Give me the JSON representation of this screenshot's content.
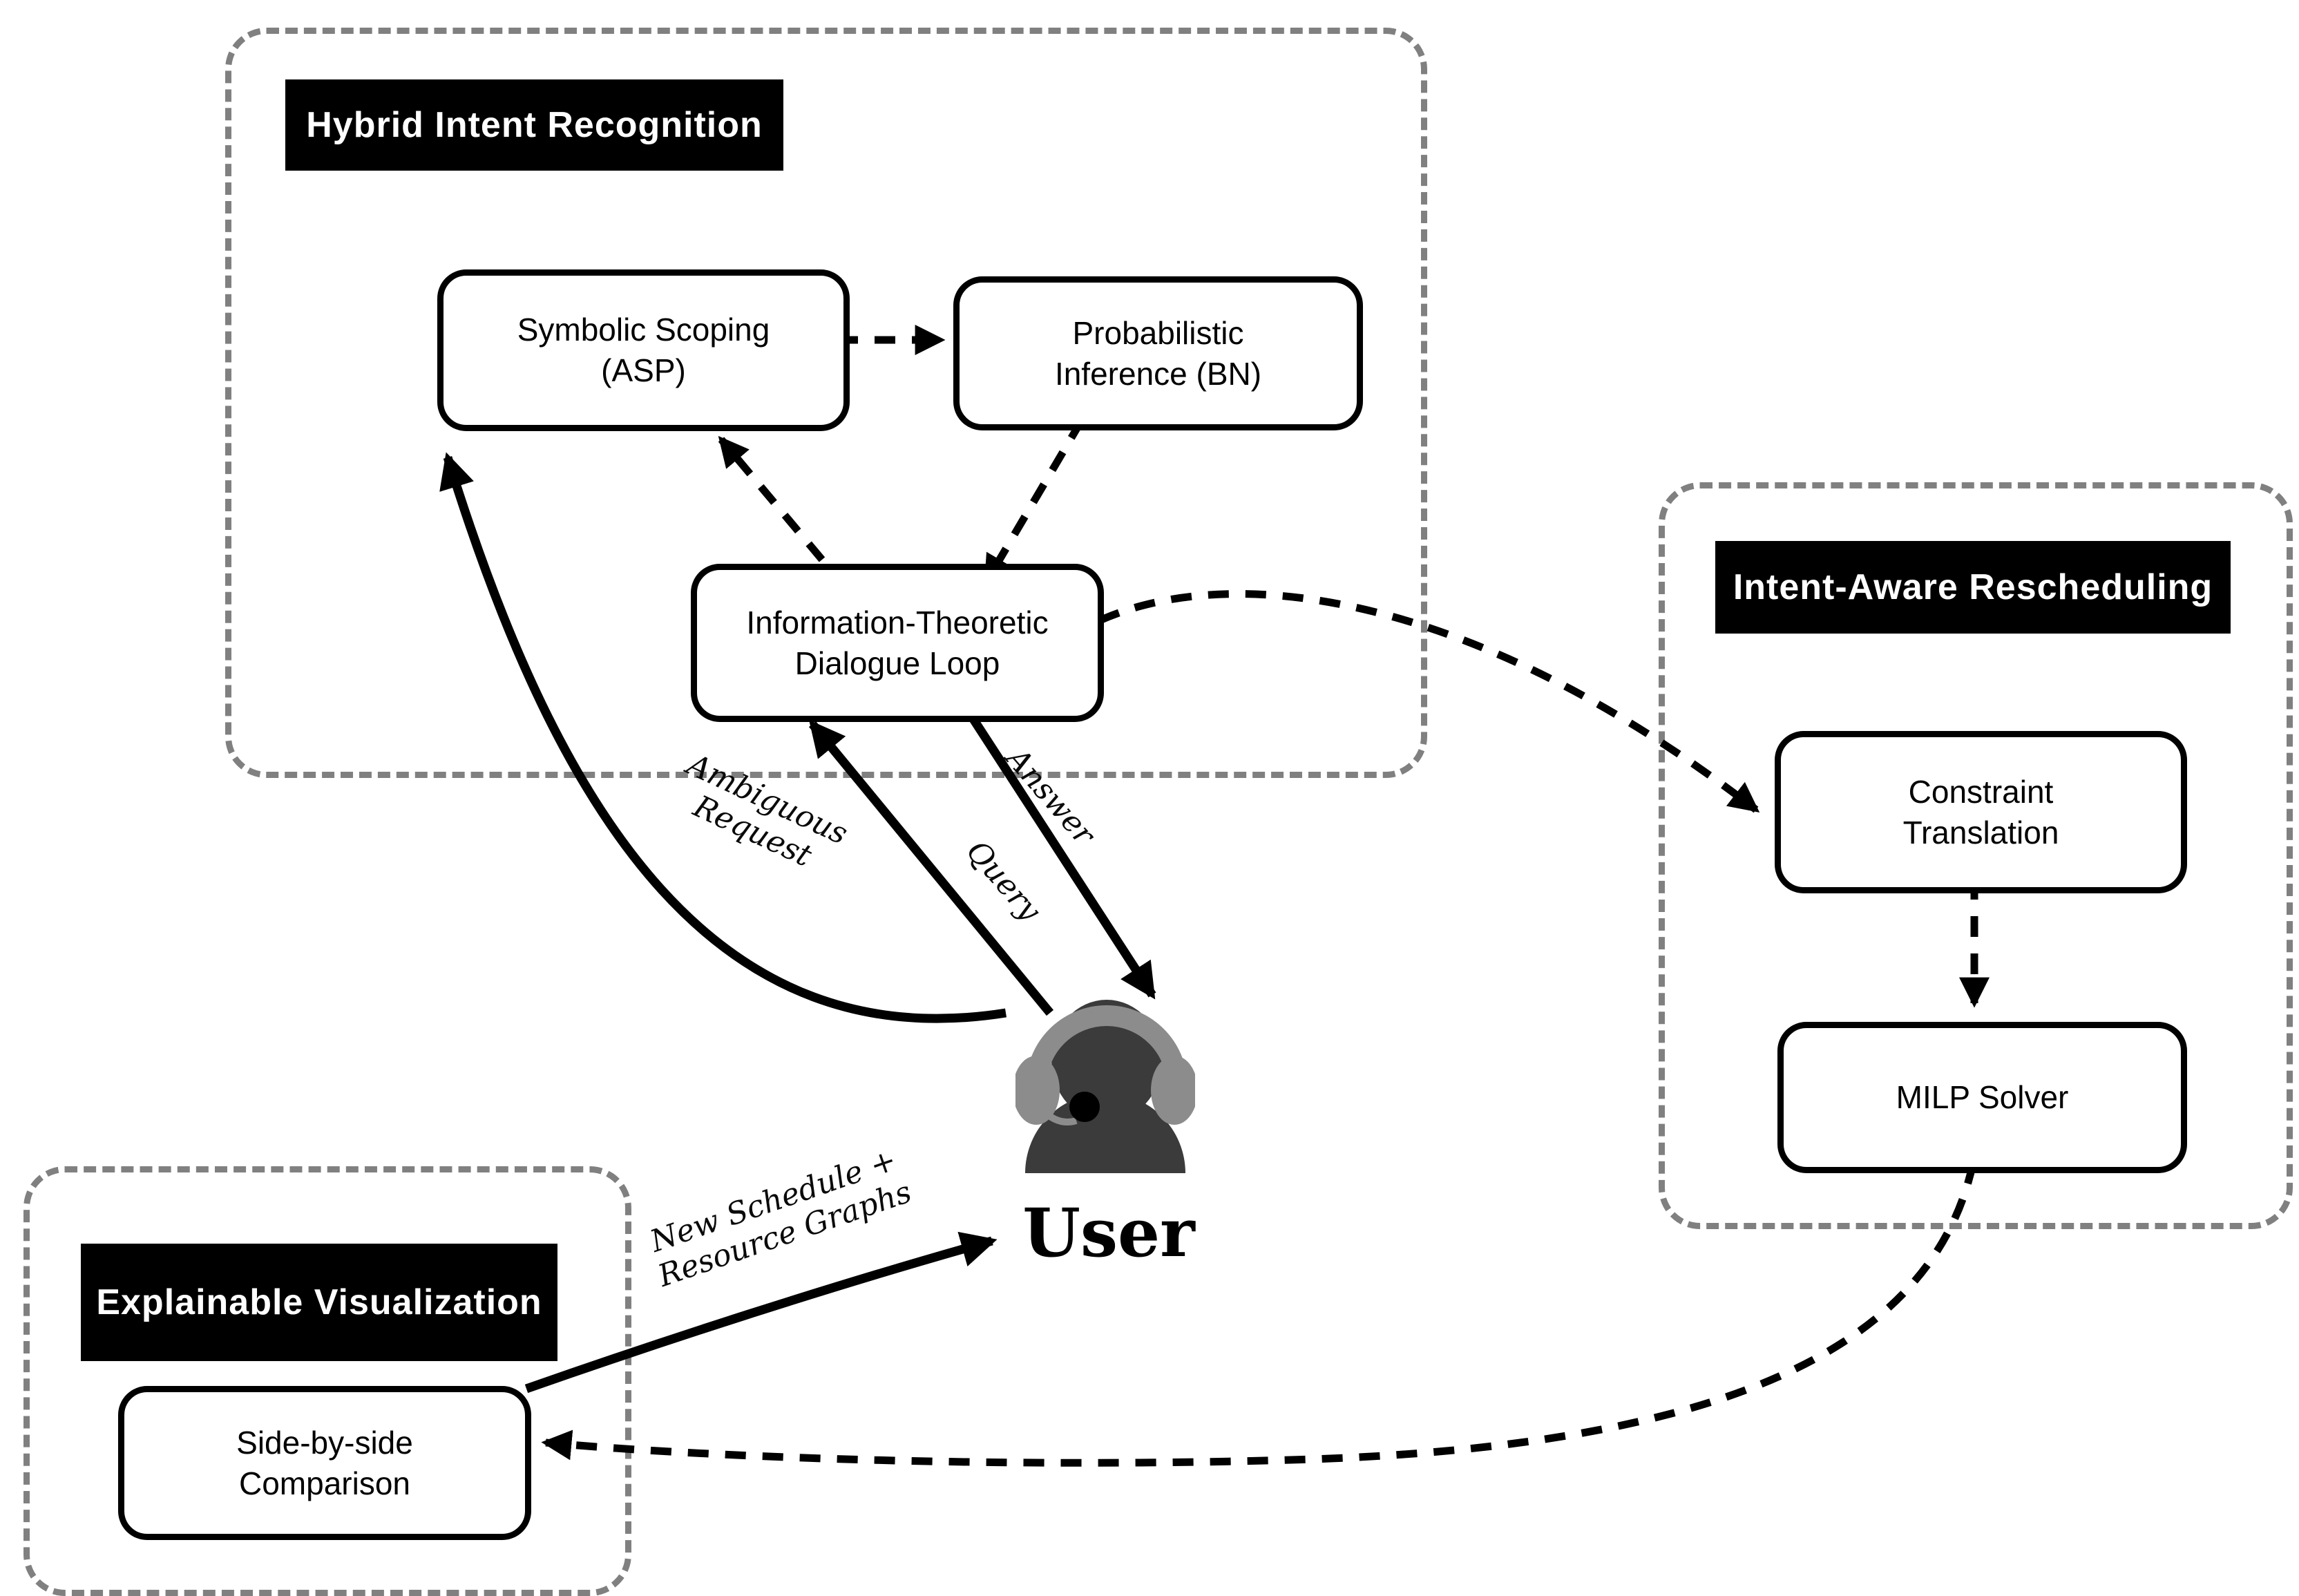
{
  "diagram": {
    "groups": {
      "hybrid": {
        "label": "Hybrid Intent Recognition"
      },
      "intent": {
        "label": "Intent-Aware Rescheduling"
      },
      "explain": {
        "label": "Explainable Visualization"
      }
    },
    "nodes": {
      "symbolic": {
        "line1": "Symbolic Scoping",
        "line2": "(ASP)"
      },
      "probabilistic": {
        "line1": "Probabilistic",
        "line2": "Inference (BN)"
      },
      "dialogue": {
        "line1": "Information-Theoretic",
        "line2": "Dialogue Loop"
      },
      "constraint": {
        "line1": "Constraint",
        "line2": "Translation"
      },
      "milp": {
        "line1": "MILP Solver"
      },
      "side": {
        "line1": "Side-by-side",
        "line2": "Comparison"
      }
    },
    "actor": {
      "label": "User"
    },
    "edge_labels": {
      "ambiguous": {
        "line1": "Ambiguous",
        "line2": "Request"
      },
      "query": {
        "text": "Query"
      },
      "answer": {
        "text": "Answer"
      },
      "new_schedule": {
        "line1": "New Schedule +",
        "line2": "Resource Graphs"
      }
    },
    "colors": {
      "node_border": "#000000",
      "group_border": "#808080",
      "label_bg": "#000000",
      "label_fg": "#ffffff",
      "user_body": "#3b3b3b",
      "user_headset": "#8c8c8c",
      "mic": "#000000"
    }
  }
}
